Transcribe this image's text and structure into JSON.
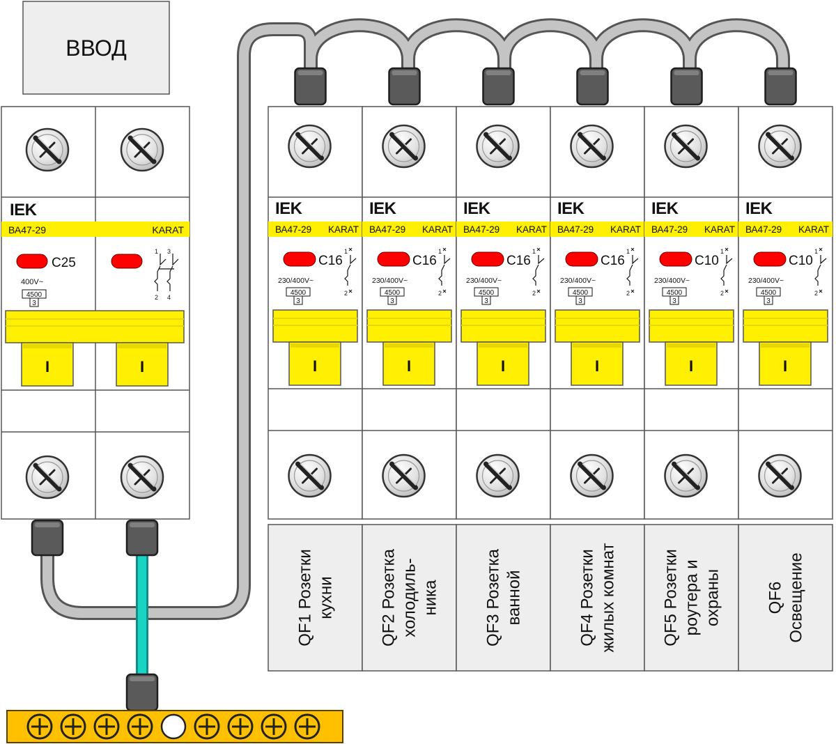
{
  "input_box": {
    "label": "ВВОД"
  },
  "colors": {
    "yellow": "#ffef00",
    "yellow_dark": "#e6d800",
    "red_indicator": "#ff0000",
    "neutral_wire": "#19d3c5",
    "grey_wire": "#c4c4c4",
    "bus_bar": "#ffc000",
    "label_bg": "#eeeeee"
  },
  "main_breaker": {
    "brand": "IEK",
    "series": "ВА47-29",
    "line": "KARAT",
    "rating": "C25",
    "voltage": "400V~",
    "breaking_capacity": "4500",
    "class": "3",
    "handle_mark": "I",
    "terminals_top": [
      "1",
      "3"
    ],
    "terminals_bottom": [
      "2",
      "4"
    ]
  },
  "breakers": [
    {
      "id": "QF1",
      "brand": "IEK",
      "series": "ВА47-29",
      "line": "KARAT",
      "rating": "C16",
      "voltage": "230/400V~",
      "breaking_capacity": "4500",
      "class": "3",
      "handle_mark": "I",
      "terminal_top": "1",
      "terminal_bottom": "2",
      "label_lines": [
        "QF1 Розетки",
        "кухни"
      ]
    },
    {
      "id": "QF2",
      "brand": "IEK",
      "series": "ВА47-29",
      "line": "KARAT",
      "rating": "C16",
      "voltage": "230/400V~",
      "breaking_capacity": "4500",
      "class": "3",
      "handle_mark": "I",
      "terminal_top": "1",
      "terminal_bottom": "2",
      "label_lines": [
        "QF2 Розетка",
        "холодиль-",
        "ника"
      ]
    },
    {
      "id": "QF3",
      "brand": "IEK",
      "series": "ВА47-29",
      "line": "KARAT",
      "rating": "C16",
      "voltage": "230/400V~",
      "breaking_capacity": "4500",
      "class": "3",
      "handle_mark": "I",
      "terminal_top": "1",
      "terminal_bottom": "2",
      "label_lines": [
        "QF3 Розетка",
        "ванной"
      ]
    },
    {
      "id": "QF4",
      "brand": "IEK",
      "series": "ВА47-29",
      "line": "KARAT",
      "rating": "C16",
      "voltage": "230/400V~",
      "breaking_capacity": "4500",
      "class": "3",
      "handle_mark": "I",
      "terminal_top": "1",
      "terminal_bottom": "2",
      "label_lines": [
        "QF4 Розетки",
        "жилых комнат"
      ]
    },
    {
      "id": "QF5",
      "brand": "IEK",
      "series": "ВА47-29",
      "line": "KARAT",
      "rating": "C10",
      "voltage": "230/400V~",
      "breaking_capacity": "4500",
      "class": "3",
      "handle_mark": "I",
      "terminal_top": "1",
      "terminal_bottom": "2",
      "label_lines": [
        "QF5 Розетки",
        "роутера и",
        "охраны"
      ]
    },
    {
      "id": "QF6",
      "brand": "IEK",
      "series": "ВА47-29",
      "line": "KARAT",
      "rating": "C10",
      "voltage": "230/400V~",
      "breaking_capacity": "4500",
      "class": "3",
      "handle_mark": "I",
      "terminal_top": "1",
      "terminal_bottom": "2",
      "label_lines": [
        "QF6",
        "Освещение"
      ]
    }
  ],
  "neutral_bus": {
    "screw_count": 9,
    "open_slot_index": 4
  }
}
